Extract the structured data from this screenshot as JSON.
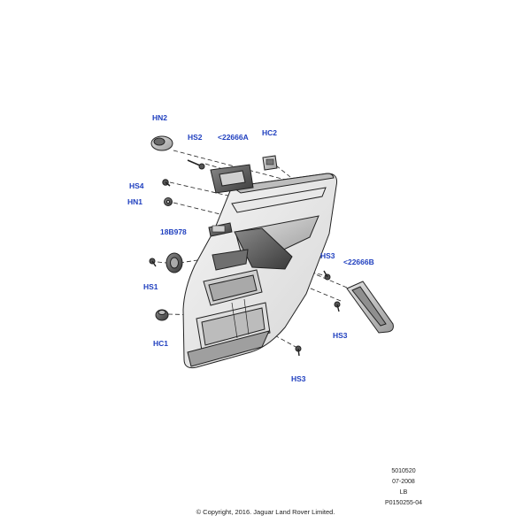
{
  "callouts": {
    "hn2": "HN2",
    "hs2": "HS2",
    "part_22666a": "<22666A",
    "hc2": "HC2",
    "hs4": "HS4",
    "hn1": "HN1",
    "part_18b978": "18B978",
    "hs1": "HS1",
    "hc1": "HC1",
    "hs3_upper": "HS3",
    "part_22666b": "<22666B",
    "hs3_middle": "HS3",
    "hs3_lower": "HS3"
  },
  "footer": {
    "code": "5010520",
    "date": "07-2008",
    "variant": "LB",
    "illustration_id": "P0150255-04",
    "copyright": "© Copyright, 2016. Jaguar Land Rover Limited."
  },
  "colors": {
    "callout_text": "#1f3fbf",
    "line": "#222222"
  }
}
